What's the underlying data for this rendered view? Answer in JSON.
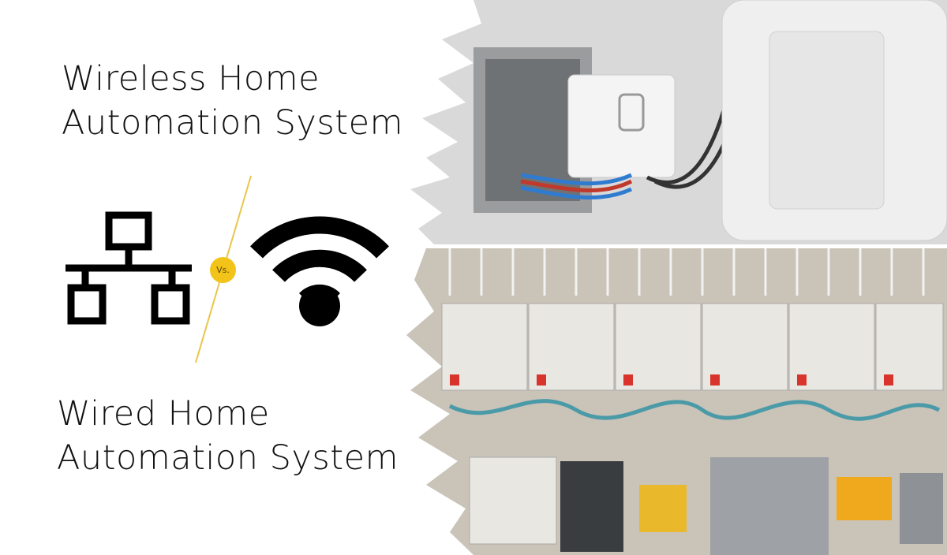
{
  "wireless_title": {
    "line1": "Wireless Home",
    "line2": "Automation System"
  },
  "wired_title": {
    "line1": "Wired Home",
    "line2": "Automation System"
  },
  "versus_badge": "Vs.",
  "icons": {
    "wired": "network-topology-icon",
    "wireless": "wifi-icon"
  },
  "colors": {
    "badge": "#f2c318",
    "divider": "#e8c64a",
    "icon": "#000000"
  }
}
